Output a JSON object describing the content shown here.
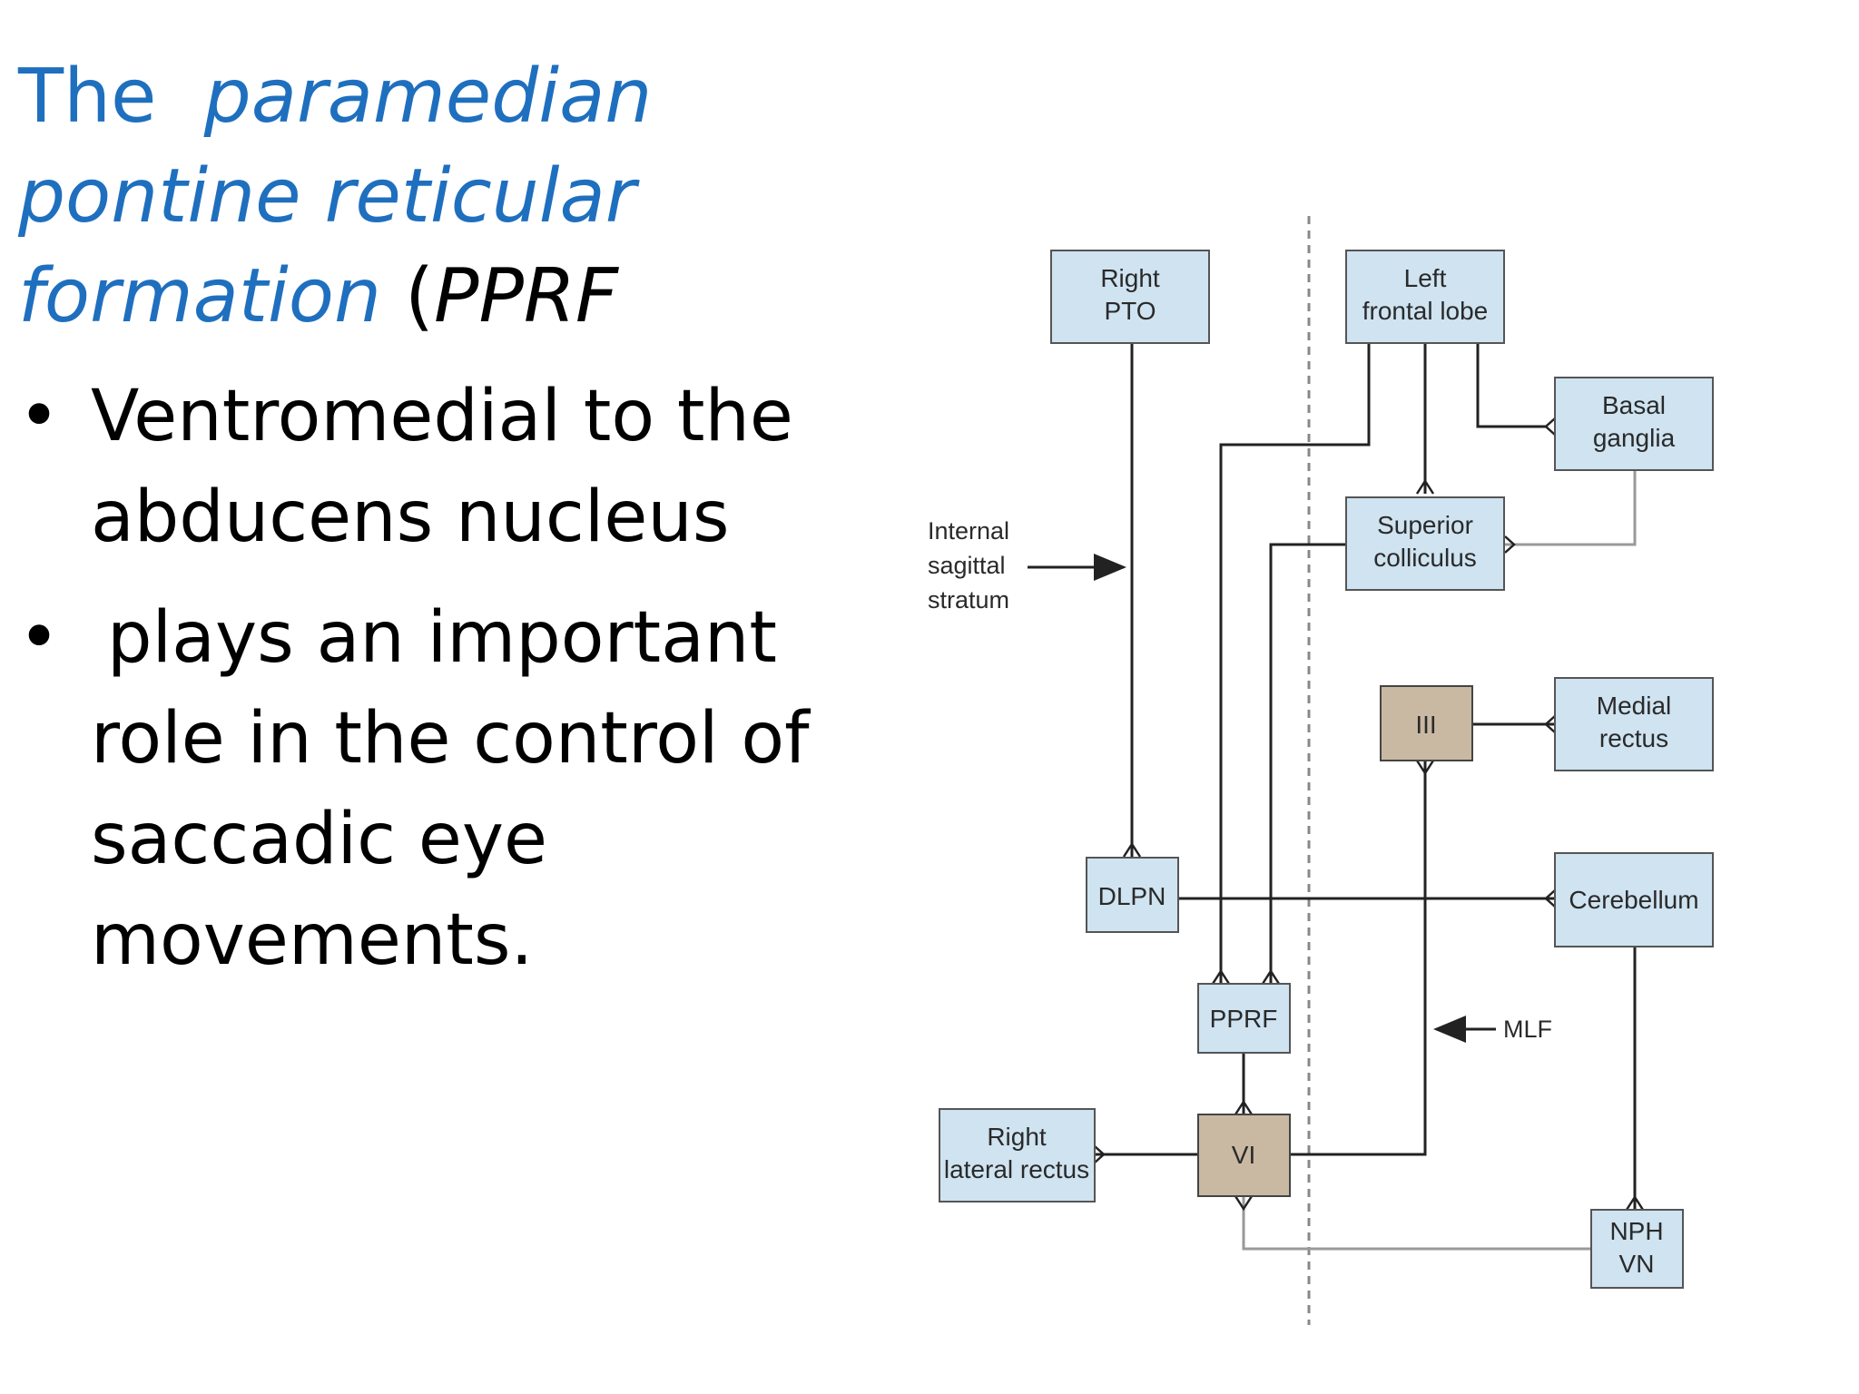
{
  "title": {
    "the": "The",
    "term_line1": "paramedian",
    "term_line2": "pontine reticular",
    "term_line3": "formation",
    "paren_open": "(",
    "abbr": "PPRF"
  },
  "bullets": [
    {
      "symbol": "•",
      "text_line1": "Ventromedial to the",
      "text_line2": "abducens nucleus"
    },
    {
      "symbol": "•",
      "text_line1": "plays an important",
      "text_line2": "role in the control of",
      "text_line3": "saccadic eye",
      "text_line4": "movements."
    }
  ],
  "diagram": {
    "boxes": {
      "right_pto": [
        "Right",
        "PTO"
      ],
      "left_frontal": [
        "Left",
        "frontal lobe"
      ],
      "basal_ganglia": [
        "Basal",
        "ganglia"
      ],
      "superior_colliculus": [
        "Superior",
        "colliculus"
      ],
      "oculomotor": "III",
      "medial_rectus": [
        "Medial",
        "rectus"
      ],
      "dlpn": "DLPN",
      "cerebellum": "Cerebellum",
      "pprf": "PPRF",
      "abducens": "VI",
      "right_lateral_rectus": [
        "Right",
        "lateral rectus"
      ],
      "nph_vn": [
        "NPH",
        "VN"
      ]
    },
    "labels": {
      "internal_sagittal": [
        "Internal",
        "sagittal",
        "stratum"
      ],
      "mlf": "MLF"
    },
    "colors": {
      "box_fill": "#cfe3f1",
      "nucleus_fill": "#c9b9a3",
      "line": "#222222",
      "midline": "#888888"
    }
  }
}
